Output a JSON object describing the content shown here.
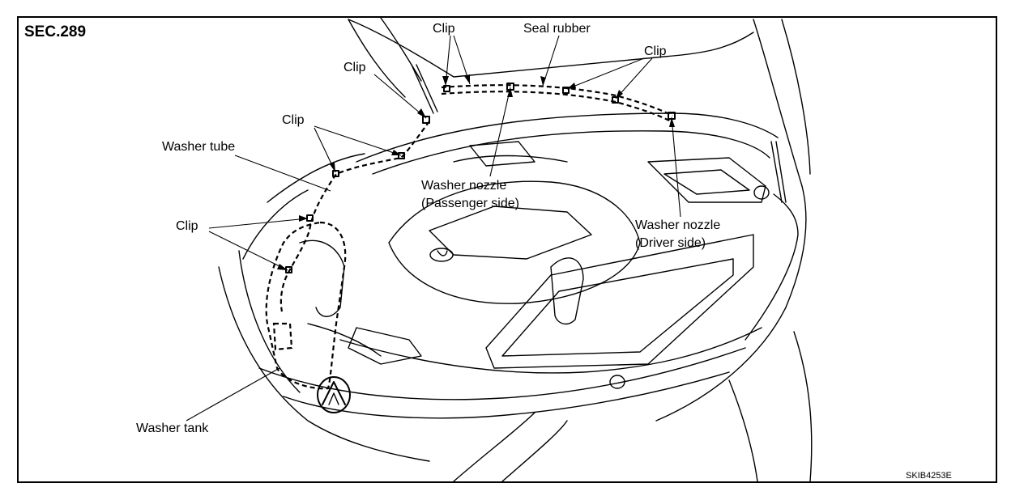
{
  "section": "SEC.289",
  "figure_code": "SKIB4253E",
  "labels": {
    "clip_top": "Clip",
    "seal_rubber": "Seal rubber",
    "clip_right": "Clip",
    "clip_upper_left": "Clip",
    "clip_mid_left": "Clip",
    "washer_tube": "Washer tube",
    "clip_left": "Clip",
    "nozzle_passenger_line1": "Washer nozzle",
    "nozzle_passenger_line2": "(Passenger side)",
    "nozzle_driver_line1": "Washer nozzle",
    "nozzle_driver_line2": "(Driver side)",
    "washer_tank": "Washer tank"
  }
}
